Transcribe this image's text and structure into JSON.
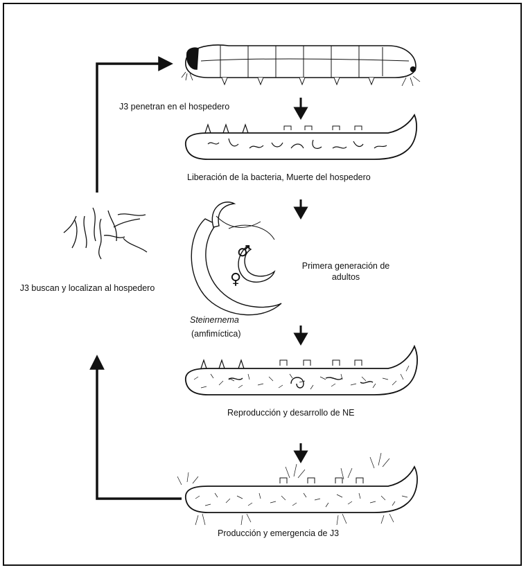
{
  "labels": {
    "penetration": "J3 penetran en el hospedero",
    "release": "Liberación de la bacteria, Muerte del hospedero",
    "first_gen": "Primera generación de adultos",
    "genus": "Steinernema",
    "mode": "(amfimíctica)",
    "reproduction": "Reproducción y desarrollo de NE",
    "production": "Producción y emergencia de J3",
    "search": "J3 buscan y localizan al hospedero"
  },
  "symbols": {
    "male": "♂",
    "female": "♀"
  },
  "colors": {
    "ink": "#111111",
    "larva_fill": "#ffffff"
  }
}
